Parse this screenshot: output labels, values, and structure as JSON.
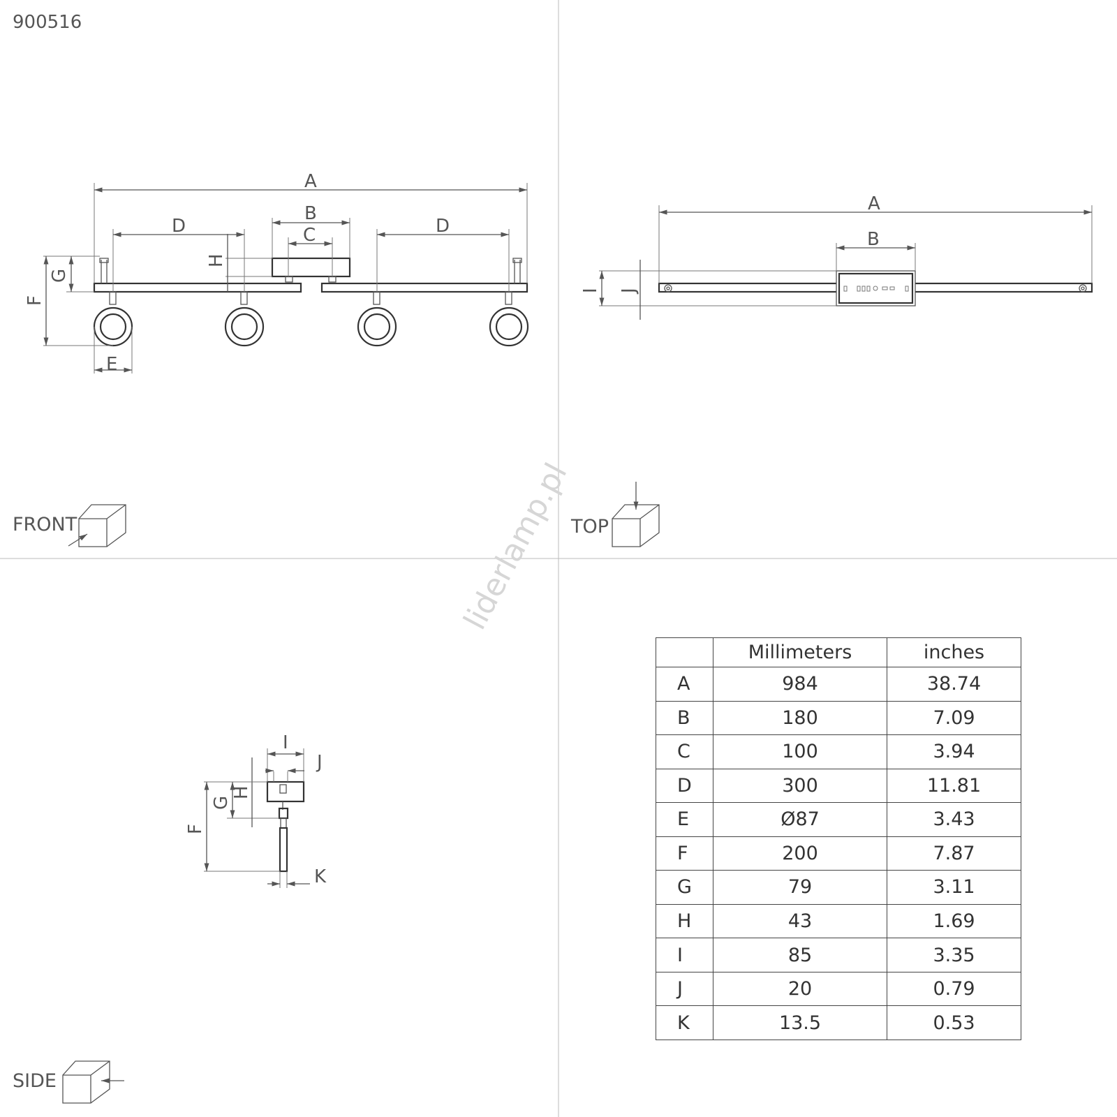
{
  "product_code": "900516",
  "watermark": "liderlamp.pl",
  "views": {
    "front": "FRONT",
    "top": "TOP",
    "side": "SIDE"
  },
  "dimension_labels": [
    "A",
    "B",
    "C",
    "D",
    "E",
    "F",
    "G",
    "H",
    "I",
    "J",
    "K"
  ],
  "table": {
    "headers": [
      "",
      "Millimeters",
      "inches"
    ],
    "rows": [
      {
        "key": "A",
        "mm": "984",
        "in": "38.74"
      },
      {
        "key": "B",
        "mm": "180",
        "in": "7.09"
      },
      {
        "key": "C",
        "mm": "100",
        "in": "3.94"
      },
      {
        "key": "D",
        "mm": "300",
        "in": "11.81"
      },
      {
        "key": "E",
        "mm": "Ø87",
        "in": "3.43"
      },
      {
        "key": "F",
        "mm": "200",
        "in": "7.87"
      },
      {
        "key": "G",
        "mm": "79",
        "in": "3.11"
      },
      {
        "key": "H",
        "mm": "43",
        "in": "1.69"
      },
      {
        "key": "I",
        "mm": "85",
        "in": "3.35"
      },
      {
        "key": "J",
        "mm": "20",
        "in": "0.79"
      },
      {
        "key": "K",
        "mm": "13.5",
        "in": "0.53"
      }
    ]
  }
}
